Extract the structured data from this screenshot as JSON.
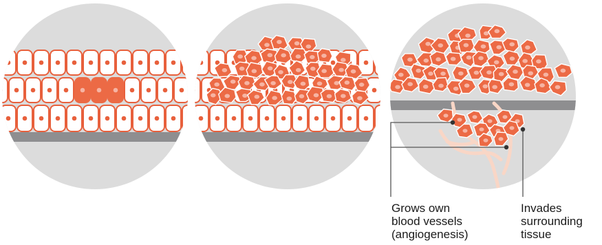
{
  "palette": {
    "circle_bg": "#dcdcdc",
    "membrane": "#8e8e90",
    "cell_outline": "#e8603c",
    "cell_fill": "#ffffff",
    "cancer_fill": "#ec6a45",
    "cancer_nucleus": "#f6b4a3",
    "vessel": "#f9d6c6",
    "leader": "#555555"
  },
  "panels": [
    {
      "stage": "normal-tissue-with-early-abnormal-cells",
      "abnormal_cells": 3
    },
    {
      "stage": "tumour-growth-above-tissue"
    },
    {
      "stage": "invasive-tumour"
    }
  ],
  "annotations": [
    {
      "id": "angiogenesis",
      "lines": [
        "Grows own",
        "blood vessels",
        "(angiogenesis)"
      ]
    },
    {
      "id": "invasion",
      "lines": [
        "Invades",
        "surrounding",
        "tissue"
      ]
    }
  ]
}
